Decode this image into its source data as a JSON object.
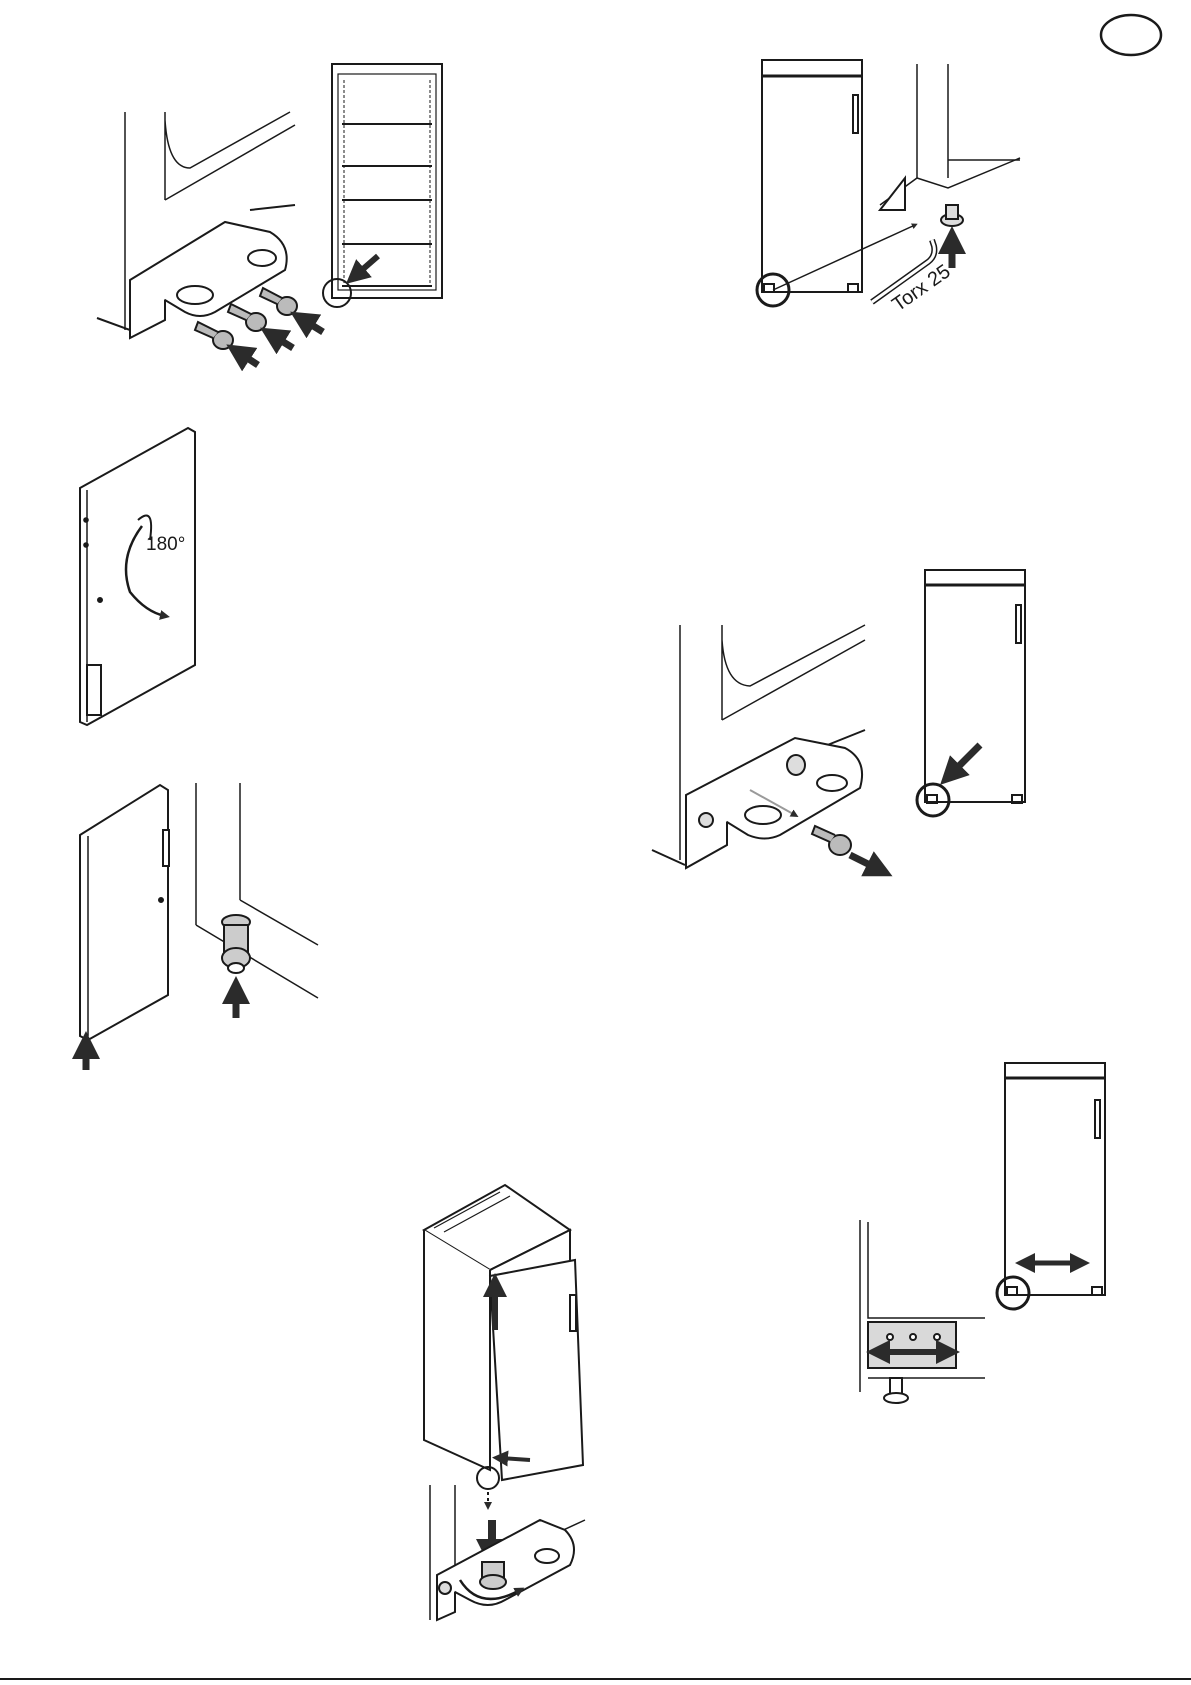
{
  "page": {
    "language_badge": ""
  },
  "steps": [
    {
      "id": "remove-hinge-screws"
    },
    {
      "id": "unscrew-hinge-pin-torx",
      "tool_label": "Torx 25"
    },
    {
      "id": "rotate-door",
      "angle_label": "180°"
    },
    {
      "id": "hinge-bracket-reposition"
    },
    {
      "id": "fit-pin-in-door"
    },
    {
      "id": "hang-door"
    },
    {
      "id": "adjust-door-alignment"
    }
  ],
  "colors": {
    "line": "#1a1a1a",
    "fill": "#ffffff",
    "shade": "#9a9a9a",
    "arrow": "#2b2b2b"
  }
}
